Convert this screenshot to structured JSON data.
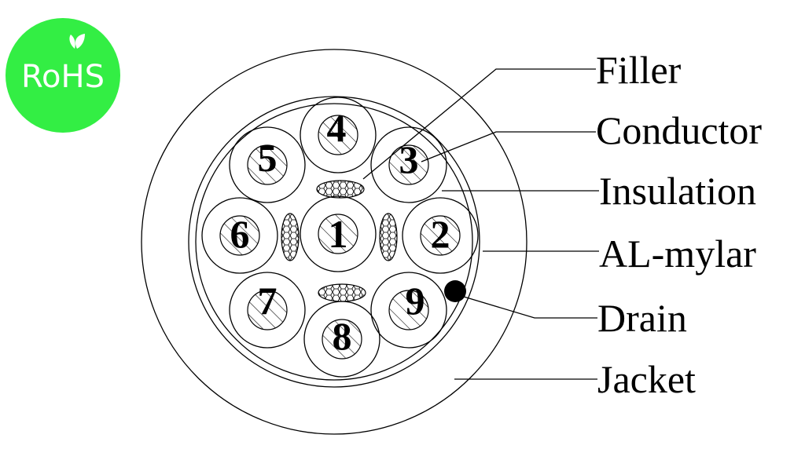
{
  "badge": {
    "text": "RoHS",
    "color": "#33ee44",
    "icon": "leaf-icon"
  },
  "labels": {
    "filler": "Filler",
    "conductor": "Conductor",
    "insulation": "Insulation",
    "al_mylar": "AL-mylar",
    "drain": "Drain",
    "jacket": "Jacket"
  },
  "cores": [
    "1",
    "2",
    "3",
    "4",
    "5",
    "6",
    "7",
    "8",
    "9"
  ]
}
